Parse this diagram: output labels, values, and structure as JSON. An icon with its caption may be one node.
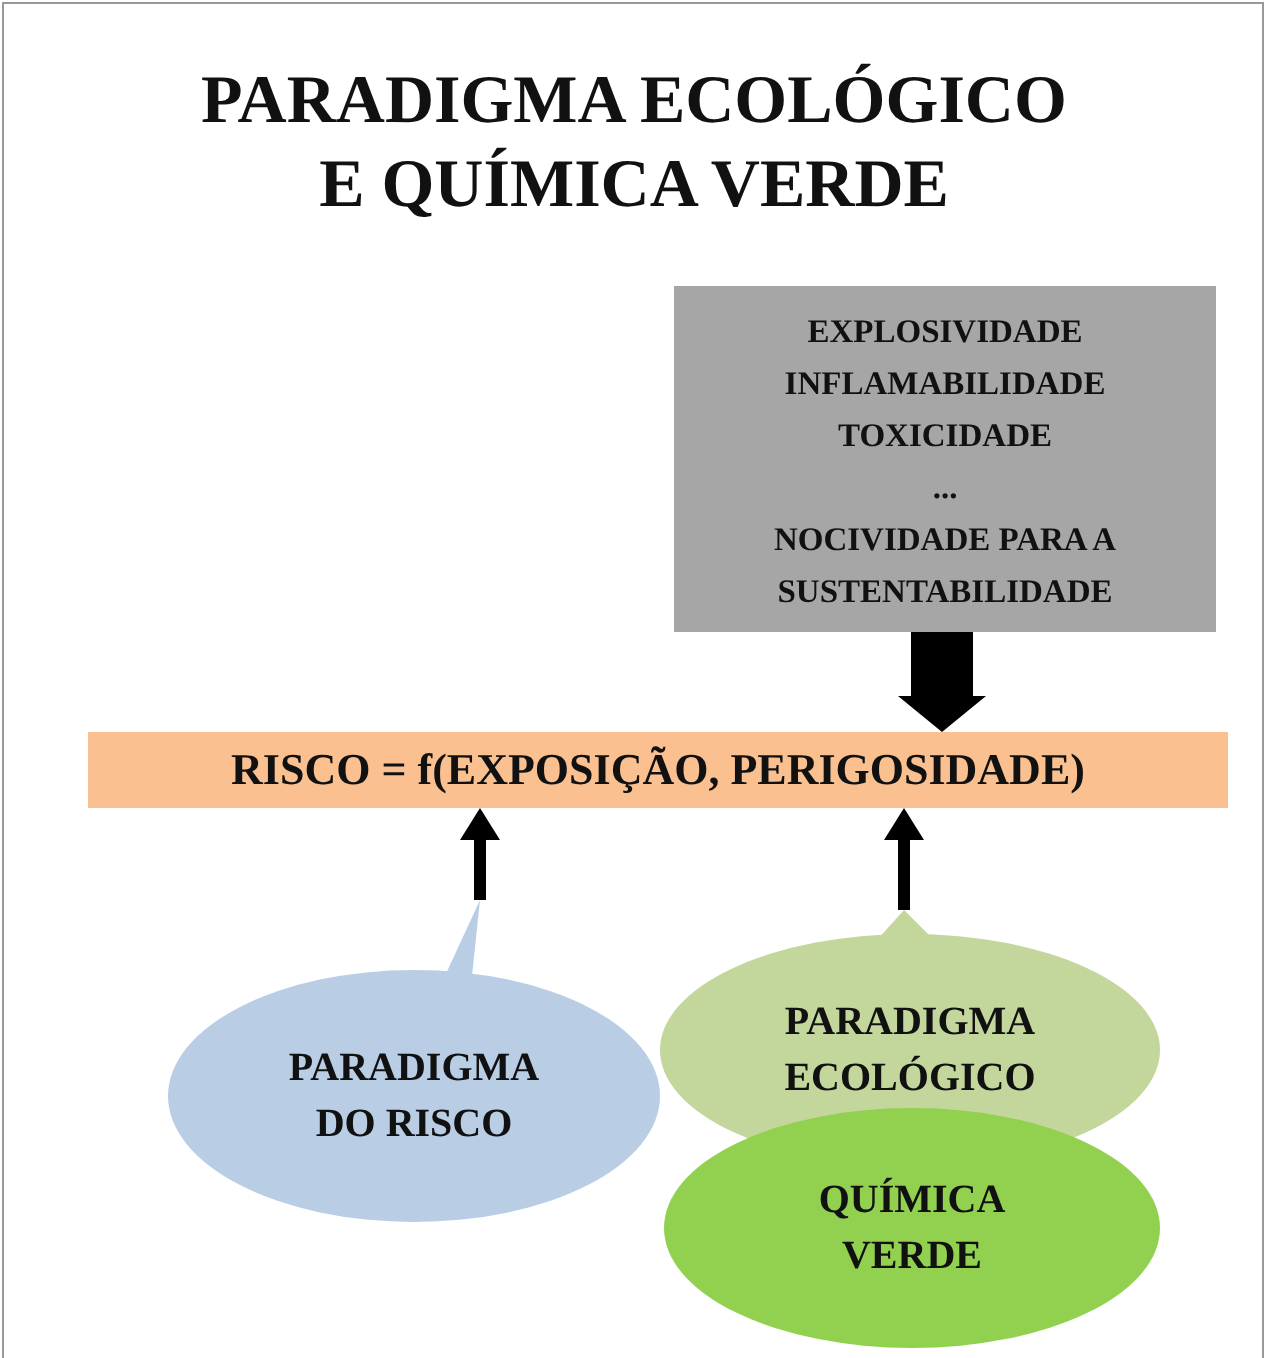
{
  "diagram": {
    "title": "PARADIGMA ECOLÓGICO E QUÍMICA VERDE",
    "nodes": [
      {
        "text": [
          "EXPLOSIVIDADE",
          "INFLAMABILIDADE",
          "TOXICIDADE",
          "...",
          "NOCIVIDADE PARA A SUSTENTABILIDADE"
        ]
      },
      {
        "text": [
          "RISCO = f(EXPOSIÇÃO, PERIGOSIDADE)"
        ]
      },
      {
        "text": [
          "PARADIGMA DO RISCO"
        ]
      },
      {
        "text": [
          "PARADIGMA ECOLÓGICO"
        ]
      },
      {
        "text": [
          "QUÍMICA VERDE"
        ]
      }
    ],
    "edges": [
      {
        "from": 0,
        "to": 1,
        "arrow": "to",
        "style": "thick"
      },
      {
        "from": 2,
        "to": 1,
        "arrow": "to"
      },
      {
        "from": 3,
        "to": 1,
        "arrow": "to"
      }
    ]
  }
}
